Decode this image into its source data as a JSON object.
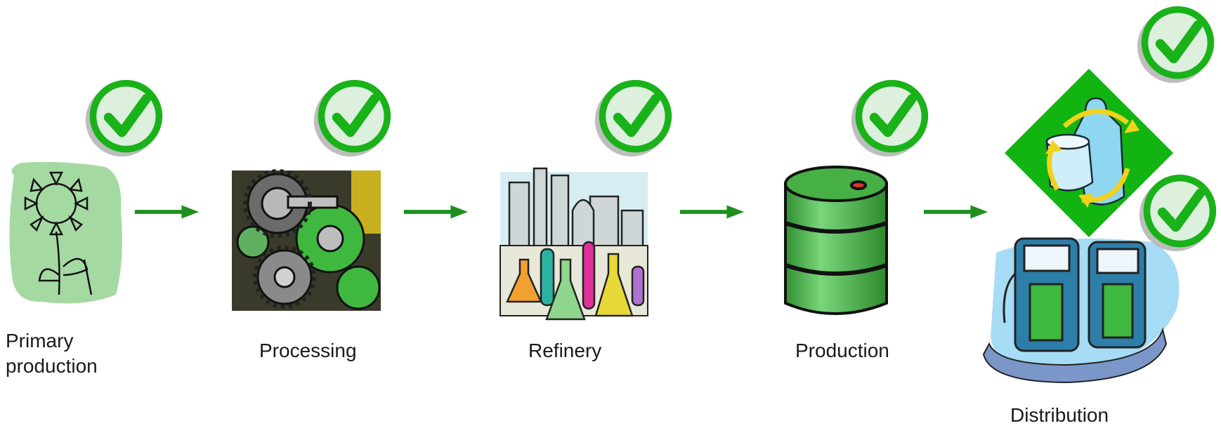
{
  "stages": [
    {
      "id": "primary",
      "label_lines": [
        "Primary",
        "production"
      ],
      "icon": "sunflower-icon",
      "checked": true
    },
    {
      "id": "processing",
      "label_lines": [
        "Processing"
      ],
      "icon": "gears-icon",
      "checked": true
    },
    {
      "id": "refinery",
      "label_lines": [
        "Refinery"
      ],
      "icon": "refinery-flasks-icon",
      "checked": true
    },
    {
      "id": "production",
      "label_lines": [
        "Production"
      ],
      "icon": "oil-barrel-icon",
      "checked": true
    },
    {
      "id": "distribution",
      "label_lines": [
        "Distribution"
      ],
      "icon": "fuel-pump-icon",
      "checked": true
    }
  ],
  "recycling": {
    "icon": "recycling-bottles-icon",
    "checked": true
  },
  "colors": {
    "check_green": "#19b219",
    "check_fill": "#ddf0dd",
    "arrow_green": "#1f8f1f",
    "diamond_green": "#11b411",
    "barrel_green": "#43b843"
  }
}
